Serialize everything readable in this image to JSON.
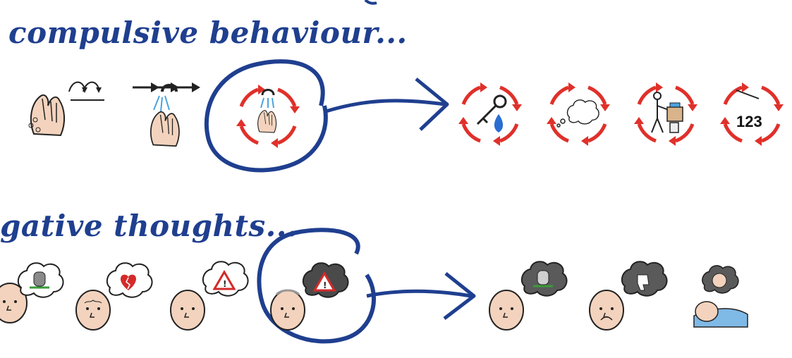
{
  "headings": {
    "compulsive": "compulsive behaviour...",
    "negative": "gative thoughts..."
  },
  "symbols": {
    "count_text": "123"
  },
  "colors": {
    "ink_blue": "#1f3f8f",
    "cycle_red": "#e0302a",
    "skin": "#f3d3bd",
    "water": "#4aa3df",
    "gas_flame": "#2a6dd2",
    "thought_grey": "#5a5a5a"
  },
  "icons": [
    "hands-rubbing-icon",
    "repeat-arrows-icon",
    "triple-arrow-icon",
    "washing-hands-tap-icon",
    "handwash-cycle-icon",
    "key-gas-cycle-icon",
    "thought-cycle-icon",
    "cleaning-cycle-icon",
    "counting-cycle-icon",
    "grave-thought-icon",
    "broken-heart-thought-icon",
    "warning-thought-icon",
    "dark-warning-thought-icon",
    "dark-grave-thought-icon",
    "thumbs-down-thought-icon",
    "nightmare-sleep-icon"
  ]
}
